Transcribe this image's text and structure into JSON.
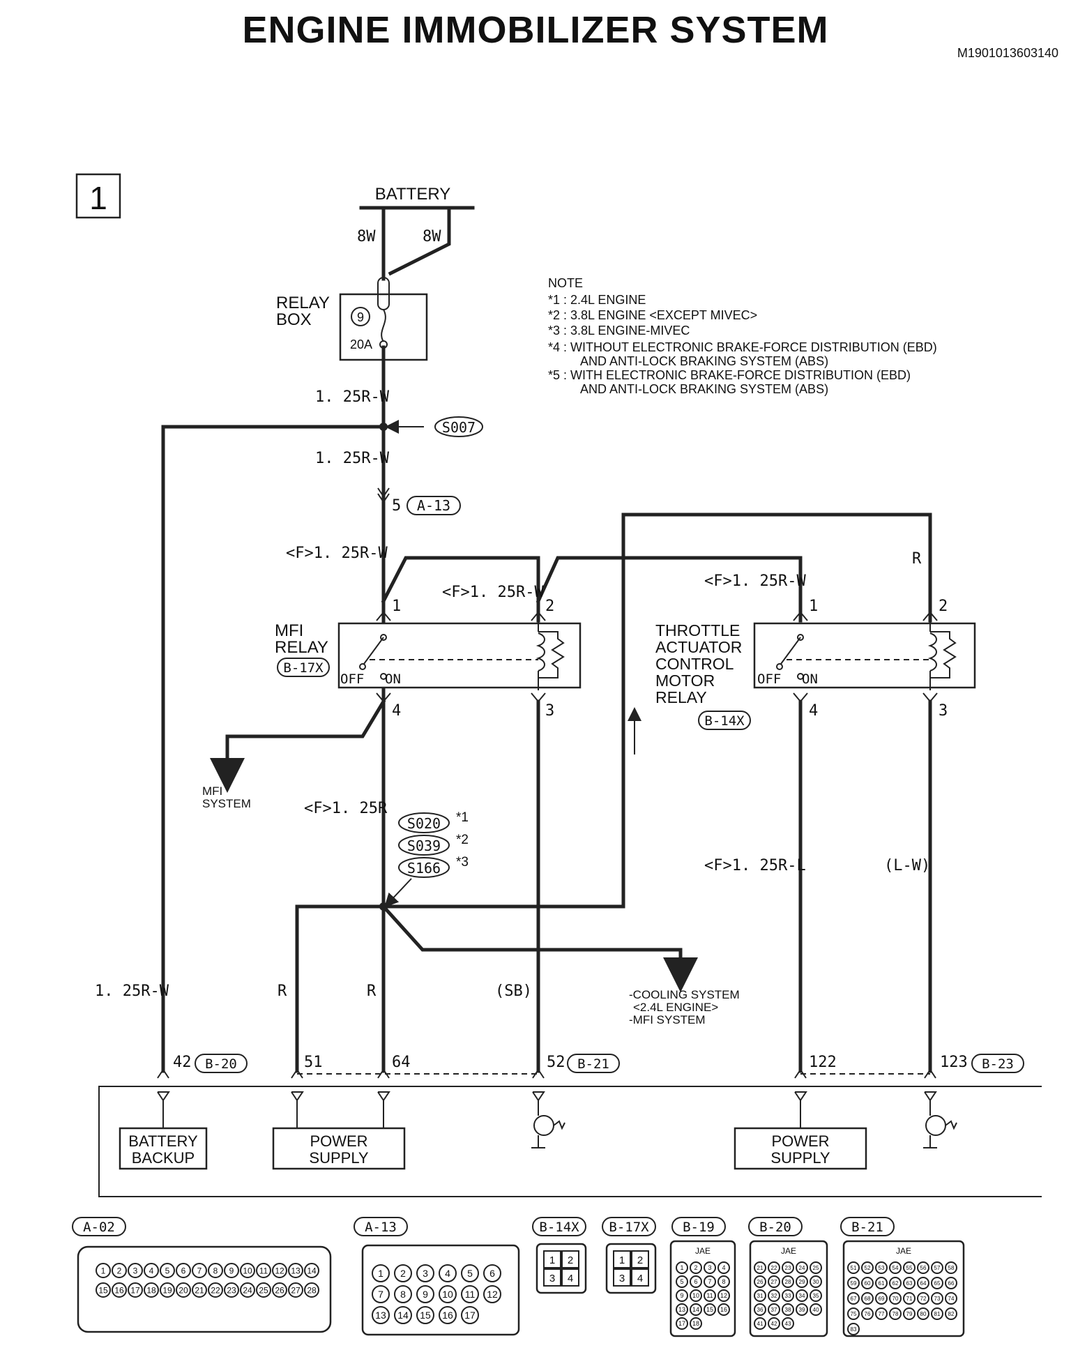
{
  "title": "ENGINE IMMOBILIZER SYSTEM",
  "doc_id": "M1901013603140",
  "page_number": "1",
  "battery": "BATTERY",
  "relay_box": {
    "line1": "RELAY",
    "line2": "BOX",
    "fuse_no": "9",
    "fuse_rating": "20A"
  },
  "wires": {
    "bat_left": "8W",
    "bat_right": "8W",
    "main_upper": "1. 25R-W",
    "main_lower": "1. 25R-W",
    "a13_pin": "5",
    "a13_conn": "A-13",
    "f_left": "<F>1. 25R-W",
    "f_mid": "<F>1. 25R-W",
    "f_right": "<F>1. 25R-W",
    "r_top": "R",
    "f_mfi_out": "<F>1. 25R",
    "f_tac4": "<F>1. 25R-L",
    "lw": "(L-W)",
    "left_long": "1. 25R-W",
    "r_left": "R",
    "r_mid": "R",
    "sb": "(SB)"
  },
  "splices": {
    "s007": "S007",
    "s020": "S020",
    "s039": "S039",
    "s166": "S166",
    "m1": "*1",
    "m2": "*2",
    "m3": "*3"
  },
  "note": {
    "title": "NOTE",
    "lines": [
      "*1 : 2.4L ENGINE",
      "*2 : 3.8L ENGINE <EXCEPT MIVEC>",
      "*3 : 3.8L ENGINE-MIVEC",
      "*4 : WITHOUT ELECTRONIC BRAKE-FORCE DISTRIBUTION (EBD)",
      "AND ANTI-LOCK BRAKING SYSTEM (ABS)",
      "*5 : WITH ELECTRONIC BRAKE-FORCE DISTRIBUTION (EBD)",
      "AND ANTI-LOCK BRAKING SYSTEM (ABS)"
    ]
  },
  "mfi_relay": {
    "name1": "MFI",
    "name2": "RELAY",
    "conn": "B-17X",
    "p1": "1",
    "p2": "2",
    "p3": "3",
    "p4": "4",
    "off": "OFF",
    "on": "ON"
  },
  "tac_relay": {
    "name1": "THROTTLE",
    "name2": "ACTUATOR",
    "name3": "CONTROL",
    "name4": "MOTOR",
    "name5": "RELAY",
    "conn": "B-14X",
    "p1": "1",
    "p2": "2",
    "p3": "3",
    "p4": "4",
    "off": "OFF",
    "on": "ON"
  },
  "mfi_system": {
    "line1": "MFI",
    "line2": "SYSTEM"
  },
  "cooling": {
    "line1": "-COOLING SYSTEM",
    "line2": "<2.4L ENGINE>",
    "line3": "-MFI SYSTEM"
  },
  "ecu_pins": {
    "p42": "42",
    "b20": "B-20",
    "p51": "51",
    "p64": "64",
    "p52": "52",
    "b21": "B-21",
    "p122": "122",
    "p123": "123",
    "b23": "B-23"
  },
  "ecu_blocks": {
    "battery_backup_1": "BATTERY",
    "battery_backup_2": "BACKUP",
    "power_supply_1": "POWER",
    "power_supply_2": "SUPPLY"
  },
  "connectors": {
    "a02": "A-02",
    "a13": "A-13",
    "b14x": "B-14X",
    "b17x": "B-17X",
    "b19": "B-19",
    "b20": "B-20",
    "b21": "B-21",
    "jae": "JAE",
    "a02_pins": [
      "1",
      "2",
      "3",
      "4",
      "5",
      "6",
      "7",
      "8",
      "9",
      "10",
      "11",
      "12",
      "13",
      "14",
      "15",
      "16",
      "17",
      "18",
      "19",
      "20",
      "21",
      "22",
      "23",
      "24",
      "25",
      "26",
      "27",
      "28"
    ],
    "a13_pins": [
      "1",
      "2",
      "3",
      "4",
      "5",
      "6",
      "7",
      "8",
      "9",
      "10",
      "11",
      "12",
      "13",
      "14",
      "15",
      "16",
      "17"
    ],
    "relay_pins": [
      "1",
      "2",
      "3",
      "4"
    ],
    "b19_pins": [
      "1",
      "2",
      "3",
      "4",
      "5",
      "6",
      "7",
      "8",
      "9",
      "10",
      "11",
      "12",
      "13",
      "14",
      "15",
      "16",
      "17",
      "18"
    ],
    "b20_pins": [
      "21",
      "22",
      "23",
      "24",
      "25",
      "26",
      "27",
      "28",
      "29",
      "30",
      "31",
      "32",
      "33",
      "34",
      "35",
      "36",
      "37",
      "38",
      "39",
      "40",
      "41",
      "42",
      "43"
    ],
    "b21_pins": [
      "51",
      "52",
      "53",
      "54",
      "55",
      "56",
      "57",
      "58",
      "59",
      "60",
      "61",
      "62",
      "63",
      "64",
      "65",
      "66",
      "67",
      "68",
      "69",
      "70",
      "71",
      "72",
      "73",
      "74",
      "75",
      "76",
      "77",
      "78",
      "79",
      "80",
      "81",
      "82",
      "83"
    ]
  }
}
